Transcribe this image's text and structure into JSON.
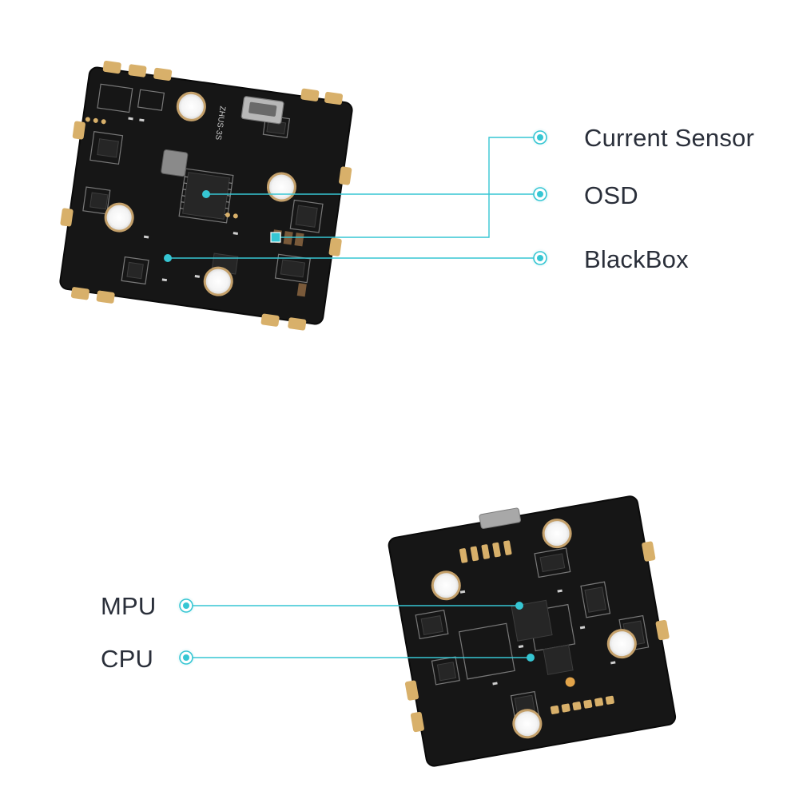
{
  "callouts": {
    "current_sensor": "Current Sensor",
    "osd": "OSD",
    "blackbox": "BlackBox",
    "mpu": "MPU",
    "cpu": "CPU"
  },
  "board": {
    "silk_label": "ZHUS-3S"
  },
  "colors": {
    "callout_line": "#36c6d3",
    "label_text": "#2a2f3a",
    "pcb": "#161616",
    "pad": "#d8b06a"
  }
}
